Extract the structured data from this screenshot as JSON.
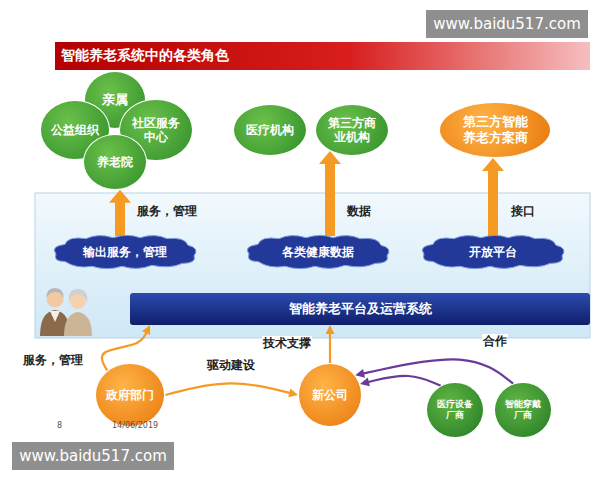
{
  "diagram": {
    "title": "智能养老系统中的各类角色",
    "nodes": [
      {
        "text": [
          "亲属"
        ]
      },
      {
        "text": [
          "公益组织"
        ]
      },
      {
        "text": [
          "社区服务中心"
        ]
      },
      {
        "text": [
          "养老院"
        ]
      },
      {
        "text": [
          "医疗机构"
        ]
      },
      {
        "text": [
          "第三方商业机构"
        ]
      },
      {
        "text": [
          "第三方智能养老方案商"
        ]
      },
      {
        "text": [
          "输出服务，管理"
        ]
      },
      {
        "text": [
          "各类健康数据"
        ]
      },
      {
        "text": [
          "开放平台"
        ]
      },
      {
        "text": [
          "智能养老平台及运营系统"
        ]
      },
      {
        "text": [
          "政府部门"
        ]
      },
      {
        "text": [
          "新公司"
        ]
      },
      {
        "text": [
          "医疗设备厂商"
        ]
      },
      {
        "text": [
          "智能穿戴厂商"
        ]
      }
    ],
    "edges": [
      {
        "from": 7,
        "to": 3,
        "arrow": "to",
        "label": "服务，管理"
      },
      {
        "from": 8,
        "to": 5,
        "arrow": "to",
        "label": "数据"
      },
      {
        "from": 9,
        "to": 6,
        "arrow": "to",
        "label": "接口"
      },
      {
        "from": 11,
        "to": 10,
        "arrow": "to",
        "label": "服务，管理"
      },
      {
        "from": 11,
        "to": 12,
        "arrow": "to",
        "label": "驱动建设"
      },
      {
        "from": 12,
        "to": 10,
        "arrow": "to",
        "label": "技术支撑"
      },
      {
        "from": 13,
        "to": 12,
        "arrow": "to"
      },
      {
        "from": 14,
        "to": 12,
        "arrow": "to",
        "label": "合作"
      }
    ],
    "labels": [
      "www.baidu517.com",
      "www.baidu517.com",
      "8",
      "14/06/2019"
    ]
  }
}
